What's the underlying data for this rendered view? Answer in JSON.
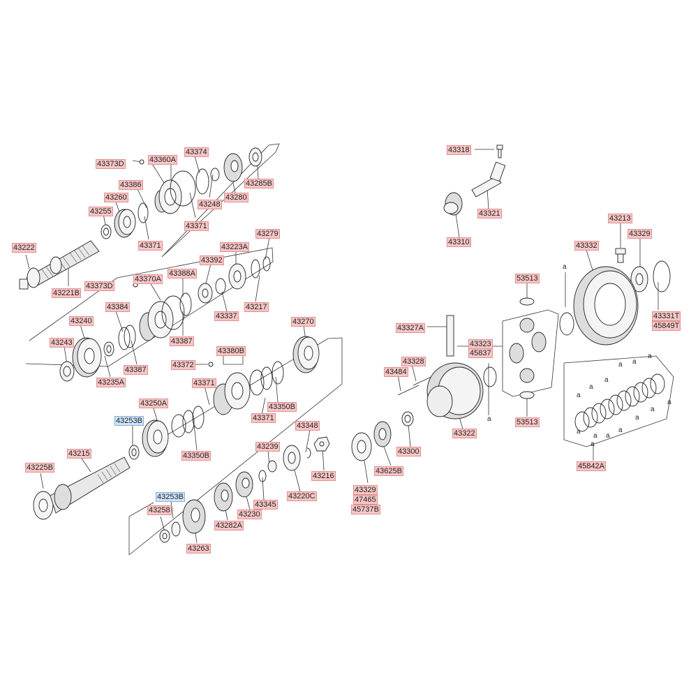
{
  "labels": {
    "p43373D_a": "43373D",
    "p43360A": "43360A",
    "p43374": "43374",
    "p43386": "43386",
    "p43260": "43260",
    "p43255": "43255",
    "p43248": "43248",
    "p43280": "43280",
    "p43285B": "43285B",
    "p43371_a": "43371",
    "p43371_b": "43371",
    "p43222": "43222",
    "p43221B": "43221B",
    "p43373D_b": "43373D",
    "p43370A": "43370A",
    "p43388A": "43388A",
    "p43392": "43392",
    "p43223A": "43223A",
    "p43279": "43279",
    "p43384": "43384",
    "p43240": "43240",
    "p43243": "43243",
    "p43235A": "43235A",
    "p43387_a": "43387",
    "p43387_b": "43387",
    "p43337": "43337",
    "p43217": "43217",
    "p43270": "43270",
    "p43372": "43372",
    "p43380B": "43380B",
    "p43371_c": "43371",
    "p43350B_a": "43350B",
    "p43371_d": "43371",
    "p43250A": "43250A",
    "p43253B_a": "43253B",
    "p43350B_b": "43350B",
    "p43215": "43215",
    "p43225B": "43225B",
    "p43348": "43348",
    "p43239": "43239",
    "p43216": "43216",
    "p43220C": "43220C",
    "p43345": "43345",
    "p43230": "43230",
    "p43282A": "43282A",
    "p43253B_b": "43253B",
    "p43258": "43258",
    "p43263": "43263",
    "p43318": "43318",
    "p43321": "43321",
    "p43310": "43310",
    "p43213": "43213",
    "p43329_a": "43329",
    "p43332": "43332",
    "p53513_a": "53513",
    "p43327A": "43327A",
    "p43323": "43323",
    "p45837": "45837",
    "p43331T": "43331T",
    "p45849T": "45849T",
    "p43328": "43328",
    "p43484": "43484",
    "p43322": "43322",
    "p53513_b": "53513",
    "p43300": "43300",
    "p43625B": "43625B",
    "p43329_b": "43329",
    "p47465": "47465",
    "p45737B": "45737B",
    "p45842A": "45842A"
  },
  "ref_mark": "a",
  "highlight_color": "#cfe3f7",
  "label_color": "#f6c6c6"
}
